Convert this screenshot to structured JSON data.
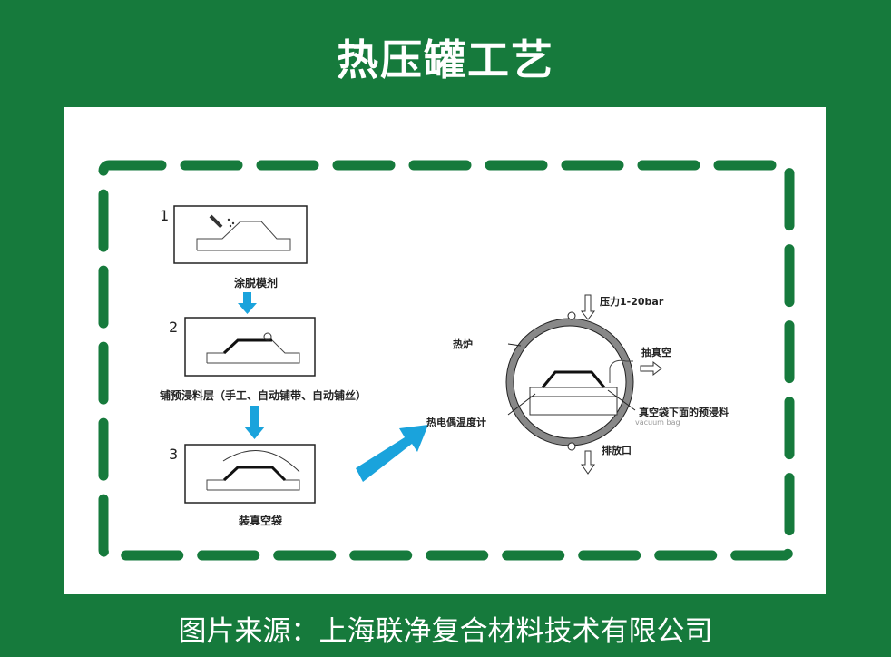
{
  "title": "热压罐工艺",
  "caption": "图片来源：上海联净复合材料技术有限公司",
  "colors": {
    "background": "#167a3c",
    "dash": "#167a3c",
    "arrow": "#1aa3dc"
  },
  "steps": [
    {
      "number": "1",
      "label": "涂脱模剂"
    },
    {
      "number": "2",
      "label": "铺预浸料层（手工、自动铺带、自动铺丝）"
    },
    {
      "number": "3",
      "label": "装真空袋"
    }
  ],
  "autoclave": {
    "pressure": "压力1-20bar",
    "furnace": "热炉",
    "vacuum": "抽真空",
    "thermocouple": "热电偶温度计",
    "prepreg": "真空袋下面的预浸料",
    "vacuum_bag_en": "vacuum bag",
    "exhaust": "排放口"
  }
}
